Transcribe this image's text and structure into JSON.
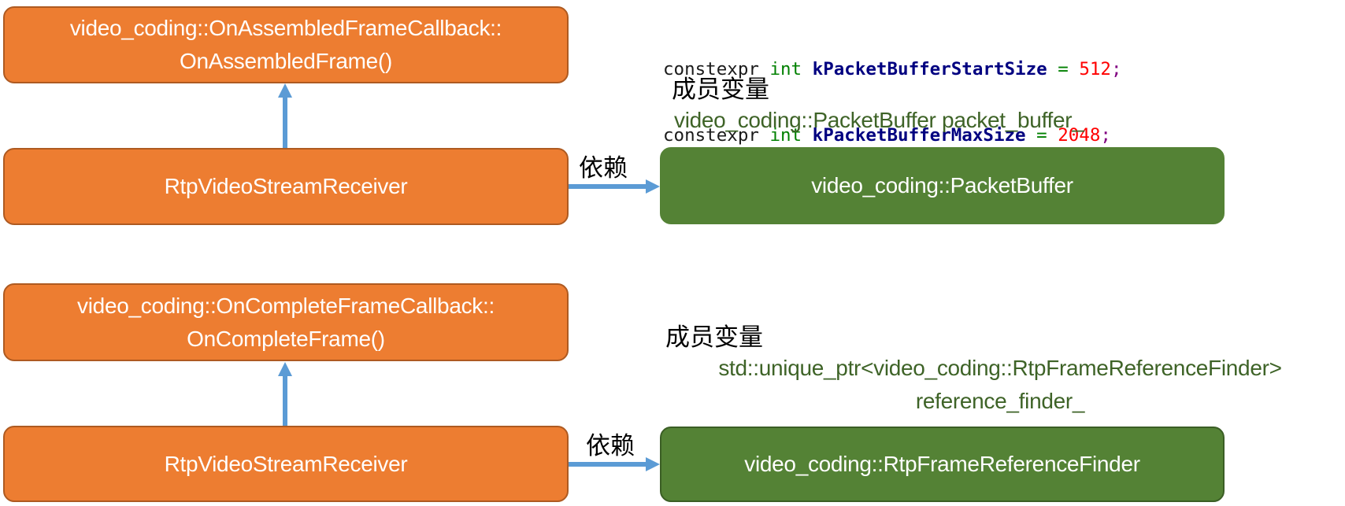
{
  "colors": {
    "orange_fill": "#ED7D31",
    "orange_border": "#AE5A21",
    "green_fill": "#548235",
    "green_border": "#3B5E25",
    "member_text": "#3E6327",
    "arrow": "#5B9BD5"
  },
  "code": {
    "lines": [
      {
        "keyword": "constexpr",
        "type": "int",
        "identifier": "kPacketBufferStartSize",
        "op": "=",
        "value": "512",
        "end": ";"
      },
      {
        "keyword": "constexpr",
        "type": "int",
        "identifier": "kPacketBufferMaxSize",
        "op": "=",
        "value": "2048",
        "end": ";"
      }
    ]
  },
  "diagrams": [
    {
      "callback_box": {
        "line1": "video_coding::OnAssembledFrameCallback::",
        "line2": "OnAssembledFrame()"
      },
      "receiver_box": {
        "label": "RtpVideoStreamReceiver"
      },
      "dependency_label": "依赖",
      "member_heading": "成员变量",
      "member_lines": [
        "video_coding::PacketBuffer packet_buffer_"
      ],
      "dependency_box": {
        "label": "video_coding::PacketBuffer"
      }
    },
    {
      "callback_box": {
        "line1": "video_coding::OnCompleteFrameCallback::",
        "line2": "OnCompleteFrame()"
      },
      "receiver_box": {
        "label": "RtpVideoStreamReceiver"
      },
      "dependency_label": "依赖",
      "member_heading": "成员变量",
      "member_lines": [
        "std::unique_ptr<video_coding::RtpFrameReferenceFinder>",
        "reference_finder_"
      ],
      "dependency_box": {
        "label": "video_coding::RtpFrameReferenceFinder"
      }
    }
  ]
}
